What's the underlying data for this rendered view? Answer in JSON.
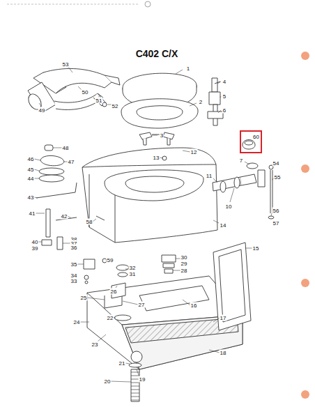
{
  "diagram": {
    "title": "C402 C/X",
    "nodes": [
      {
        "text": [
          "60"
        ]
      }
    ],
    "labels": [
      "53",
      "49",
      "50",
      "51",
      "52",
      "1",
      "2",
      "3",
      "4",
      "5",
      "6",
      "12",
      "13",
      "48",
      "46",
      "47",
      "45",
      "44",
      "43",
      "7",
      "54",
      "55",
      "11",
      "10",
      "41",
      "42",
      "58",
      "40",
      "39",
      "38",
      "37",
      "36",
      "56",
      "57",
      "14",
      "15",
      "35",
      "59",
      "34",
      "33",
      "32",
      "31",
      "30",
      "29",
      "28",
      "26",
      "25",
      "27",
      "24",
      "16",
      "22",
      "17",
      "23",
      "18",
      "21",
      "20",
      "19"
    ]
  }
}
